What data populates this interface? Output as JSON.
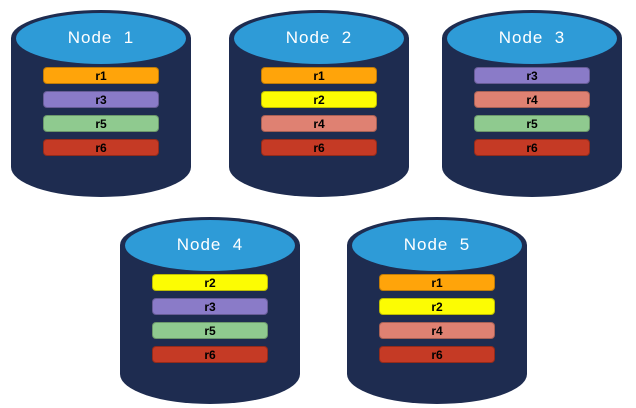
{
  "colors": {
    "background": "#FFFFFF",
    "cylinder_body": "#1E2C50",
    "cylinder_top": "#2E9BD7",
    "title_text": "#FFFFFF",
    "bar_text": "#000000",
    "replicas": {
      "r1": "#FFA40A",
      "r2": "#FCFC03",
      "r3": "#8A7BC8",
      "r4": "#DF8172",
      "r5": "#8FCA8F",
      "r6": "#C53A25"
    }
  },
  "nodes": [
    {
      "title": "Node  1",
      "replicas": [
        "r1",
        "r3",
        "r5",
        "r6"
      ]
    },
    {
      "title": "Node  2",
      "replicas": [
        "r1",
        "r2",
        "r4",
        "r6"
      ]
    },
    {
      "title": "Node  3",
      "replicas": [
        "r3",
        "r4",
        "r5",
        "r6"
      ]
    },
    {
      "title": "Node  4",
      "replicas": [
        "r2",
        "r3",
        "r5",
        "r6"
      ]
    },
    {
      "title": "Node  5",
      "replicas": [
        "r1",
        "r2",
        "r4",
        "r6"
      ]
    }
  ]
}
